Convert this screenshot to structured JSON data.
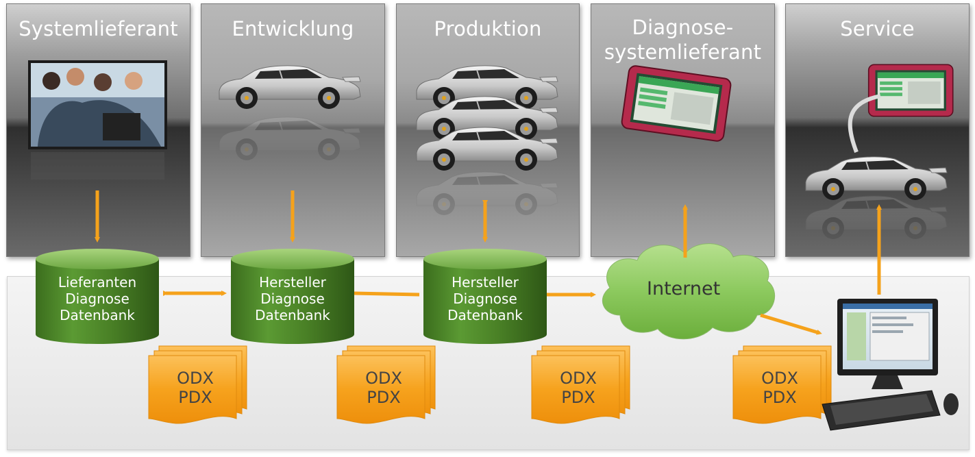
{
  "stages": [
    {
      "title": "Systemlieferant"
    },
    {
      "title": "Entwicklung"
    },
    {
      "title": "Produktion"
    },
    {
      "title": "Diagnose-\nsystemlieferant"
    },
    {
      "title": "Service"
    }
  ],
  "databases": [
    {
      "label": "Lieferanten\nDiagnose\nDatenbank"
    },
    {
      "label": "Hersteller\nDiagnose\nDatenbank"
    },
    {
      "label": "Hersteller\nDiagnose\nDatenbank"
    }
  ],
  "documents": [
    {
      "label": "ODX\nPDX"
    },
    {
      "label": "ODX\nPDX"
    },
    {
      "label": "ODX\nPDX"
    },
    {
      "label": "ODX\nPDX"
    }
  ],
  "cloud": {
    "label": "Internet"
  },
  "colors": {
    "arrow": "#f5a21b",
    "database": "#4f8a2a",
    "document": "#f6a21d",
    "cloud": "#8cc95e",
    "device": "#b52a4c"
  },
  "images": {
    "team_photo": "photo of team at laptop",
    "car": "silver sports car",
    "diagnostic_tablet": "red diagnostic tablet",
    "workstation": "desktop computer with monitor and keyboard"
  }
}
